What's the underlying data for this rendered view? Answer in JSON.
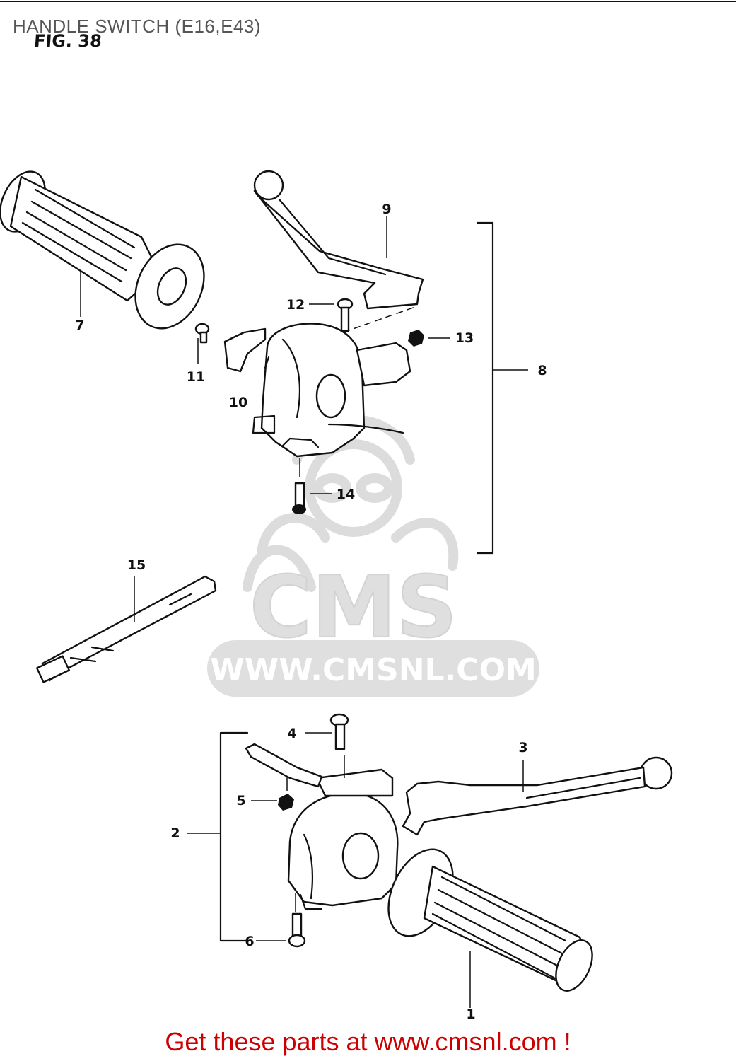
{
  "header": {
    "title": "HANDLE SWITCH (E16,E43)",
    "figure_label": "FIG. 38"
  },
  "callouts": {
    "c1": "1",
    "c2": "2",
    "c3": "3",
    "c4": "4",
    "c5": "5",
    "c6": "6",
    "c7": "7",
    "c8": "8",
    "c9": "9",
    "c10": "10",
    "c11": "11",
    "c12": "12",
    "c13": "13",
    "c14": "14",
    "c15": "15"
  },
  "watermark": {
    "logo_text": "CMS",
    "url_text": "WWW.CMSNL.COM"
  },
  "footer": {
    "text": "Get these parts at www.cmsnl.com !",
    "color": "#cc0000"
  },
  "colors": {
    "line": "#111111",
    "watermark": "#d9d9d9",
    "title": "#555555"
  }
}
